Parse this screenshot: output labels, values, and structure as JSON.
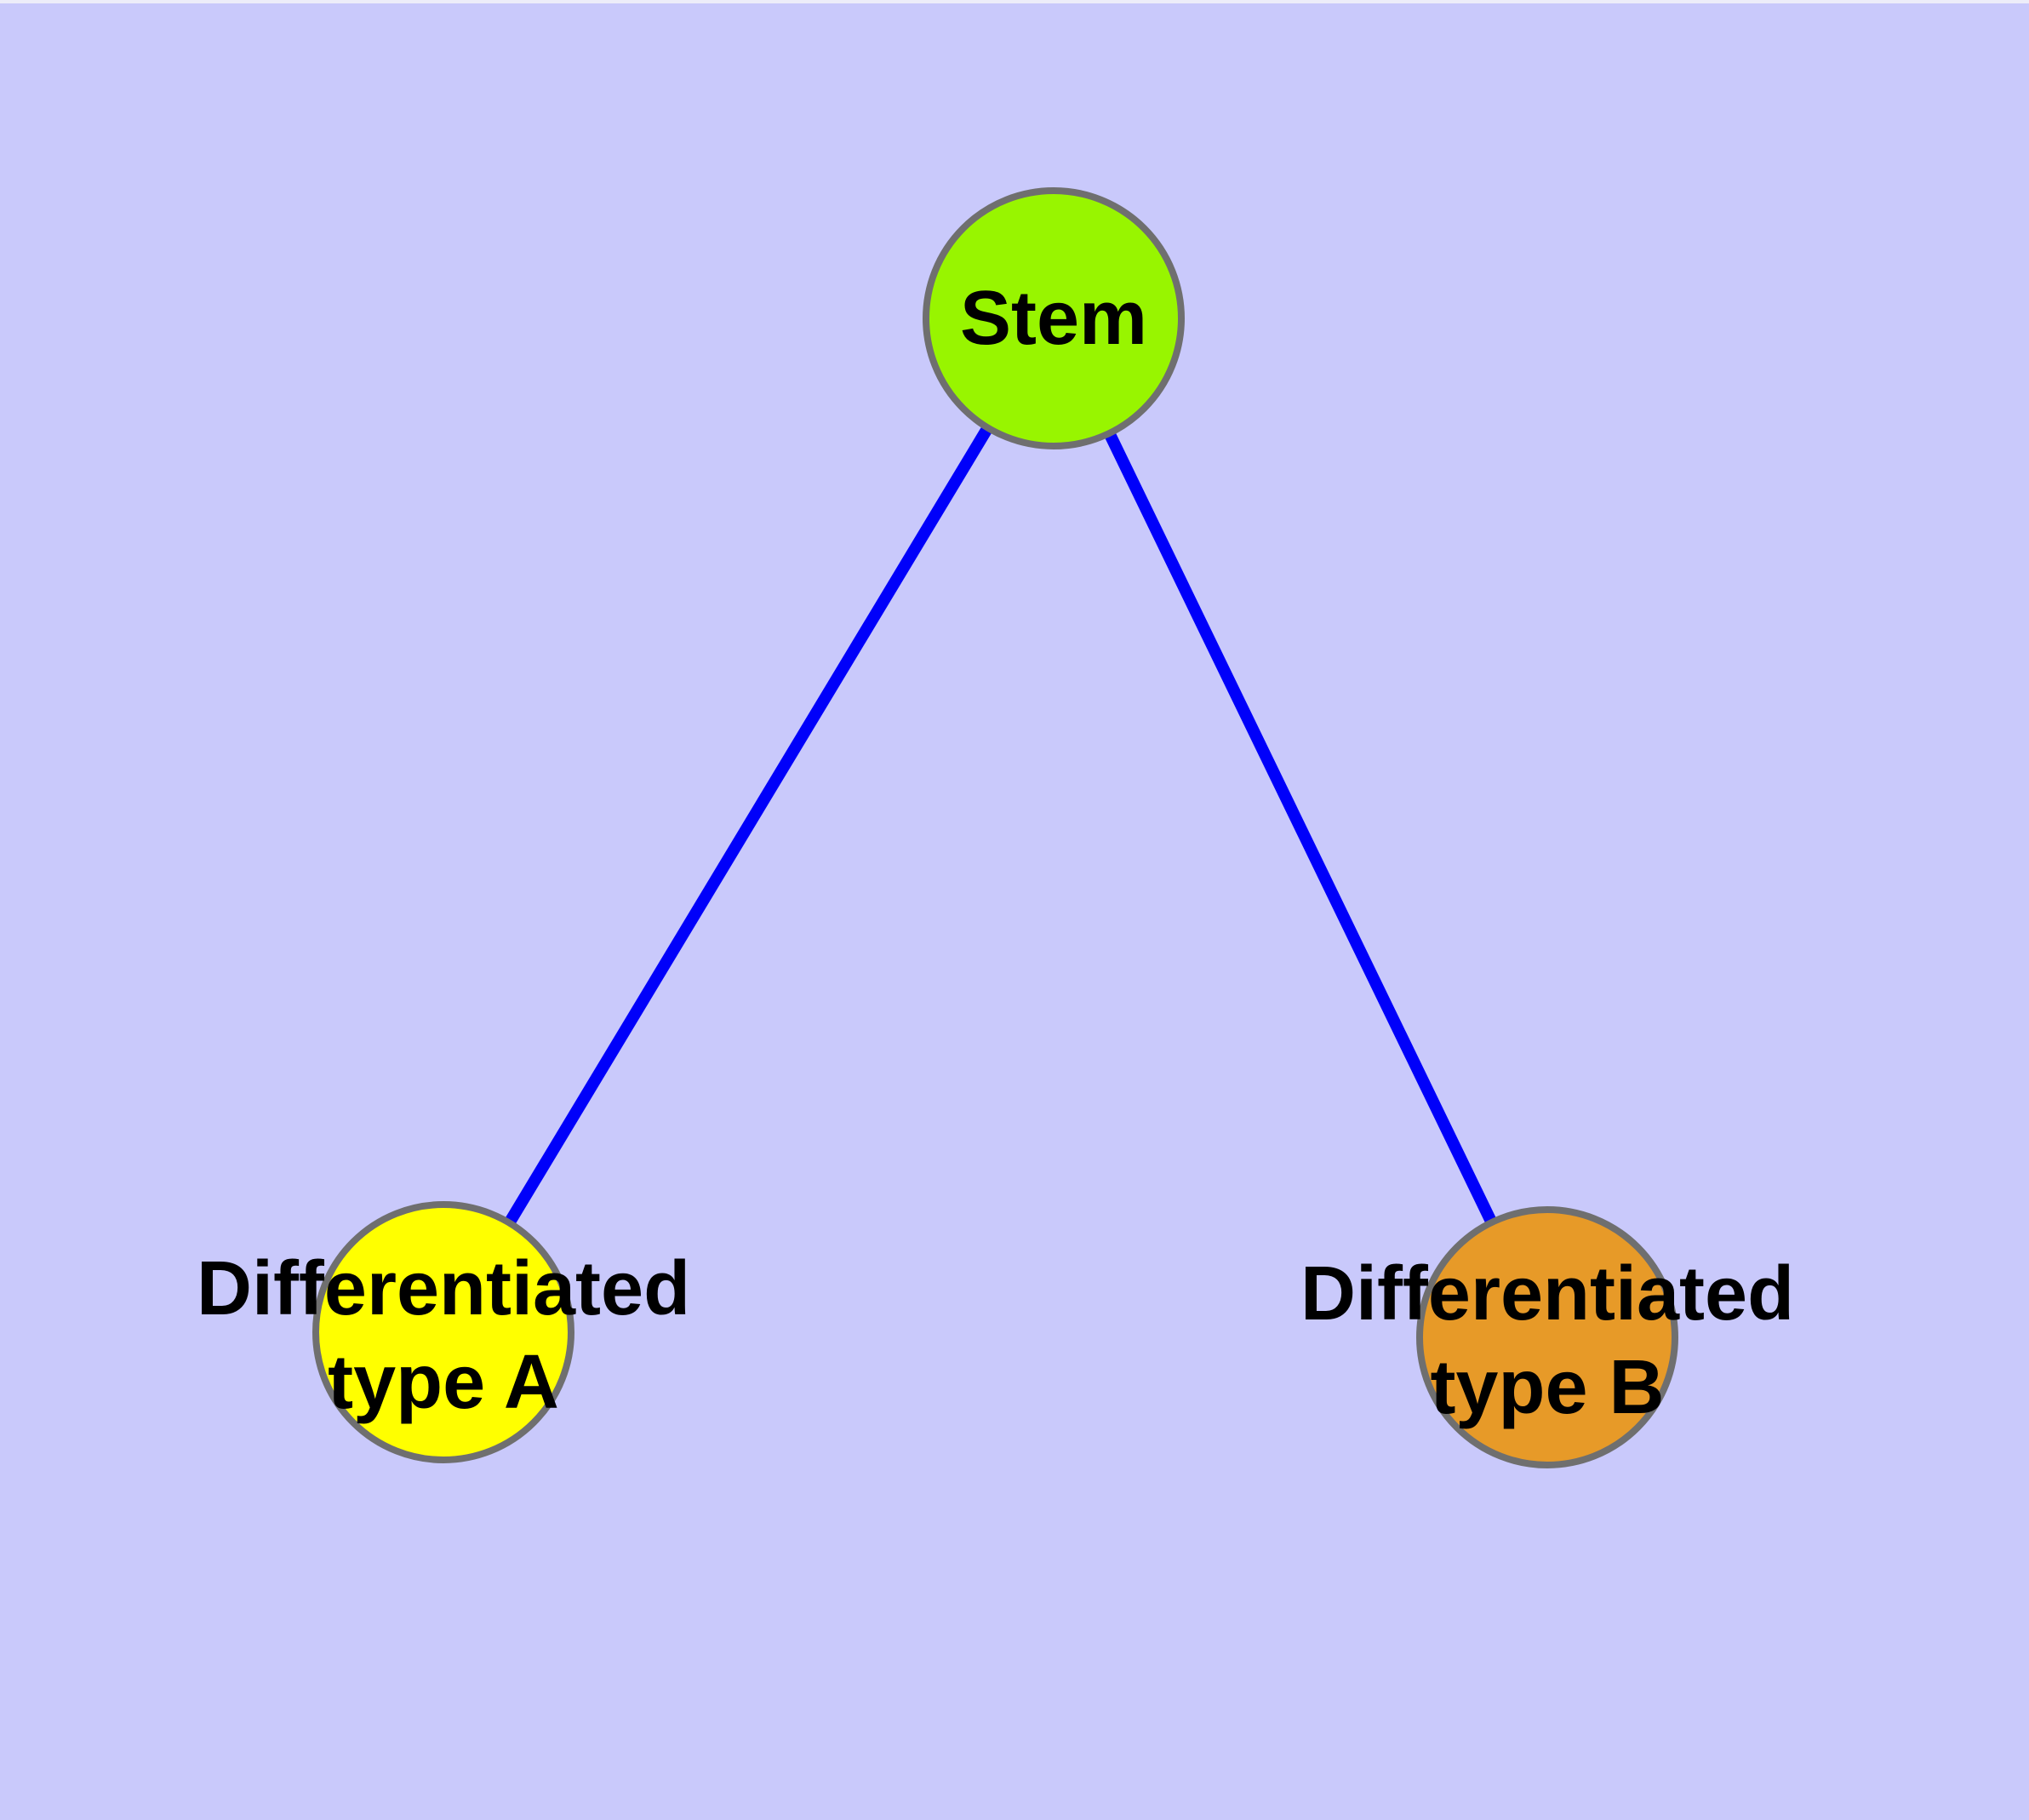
{
  "diagram": {
    "type": "graph-tree",
    "background_color": "#c9c9fb",
    "edge_color": "#0000fa",
    "node_border_color": "#6f6f6f",
    "label_color": "#000000",
    "nodes": {
      "stem": {
        "label": "Stem",
        "fill": "#98f500"
      },
      "typeA": {
        "line1": "Differentiated",
        "line2": "type A",
        "fill": "#ffff00"
      },
      "typeB": {
        "line1": "Differentiated",
        "line2": "type B",
        "fill": "#e79a28"
      }
    },
    "edges": [
      {
        "from": "Stem",
        "to": "Differentiated type A"
      },
      {
        "from": "Stem",
        "to": "Differentiated type B"
      }
    ]
  }
}
